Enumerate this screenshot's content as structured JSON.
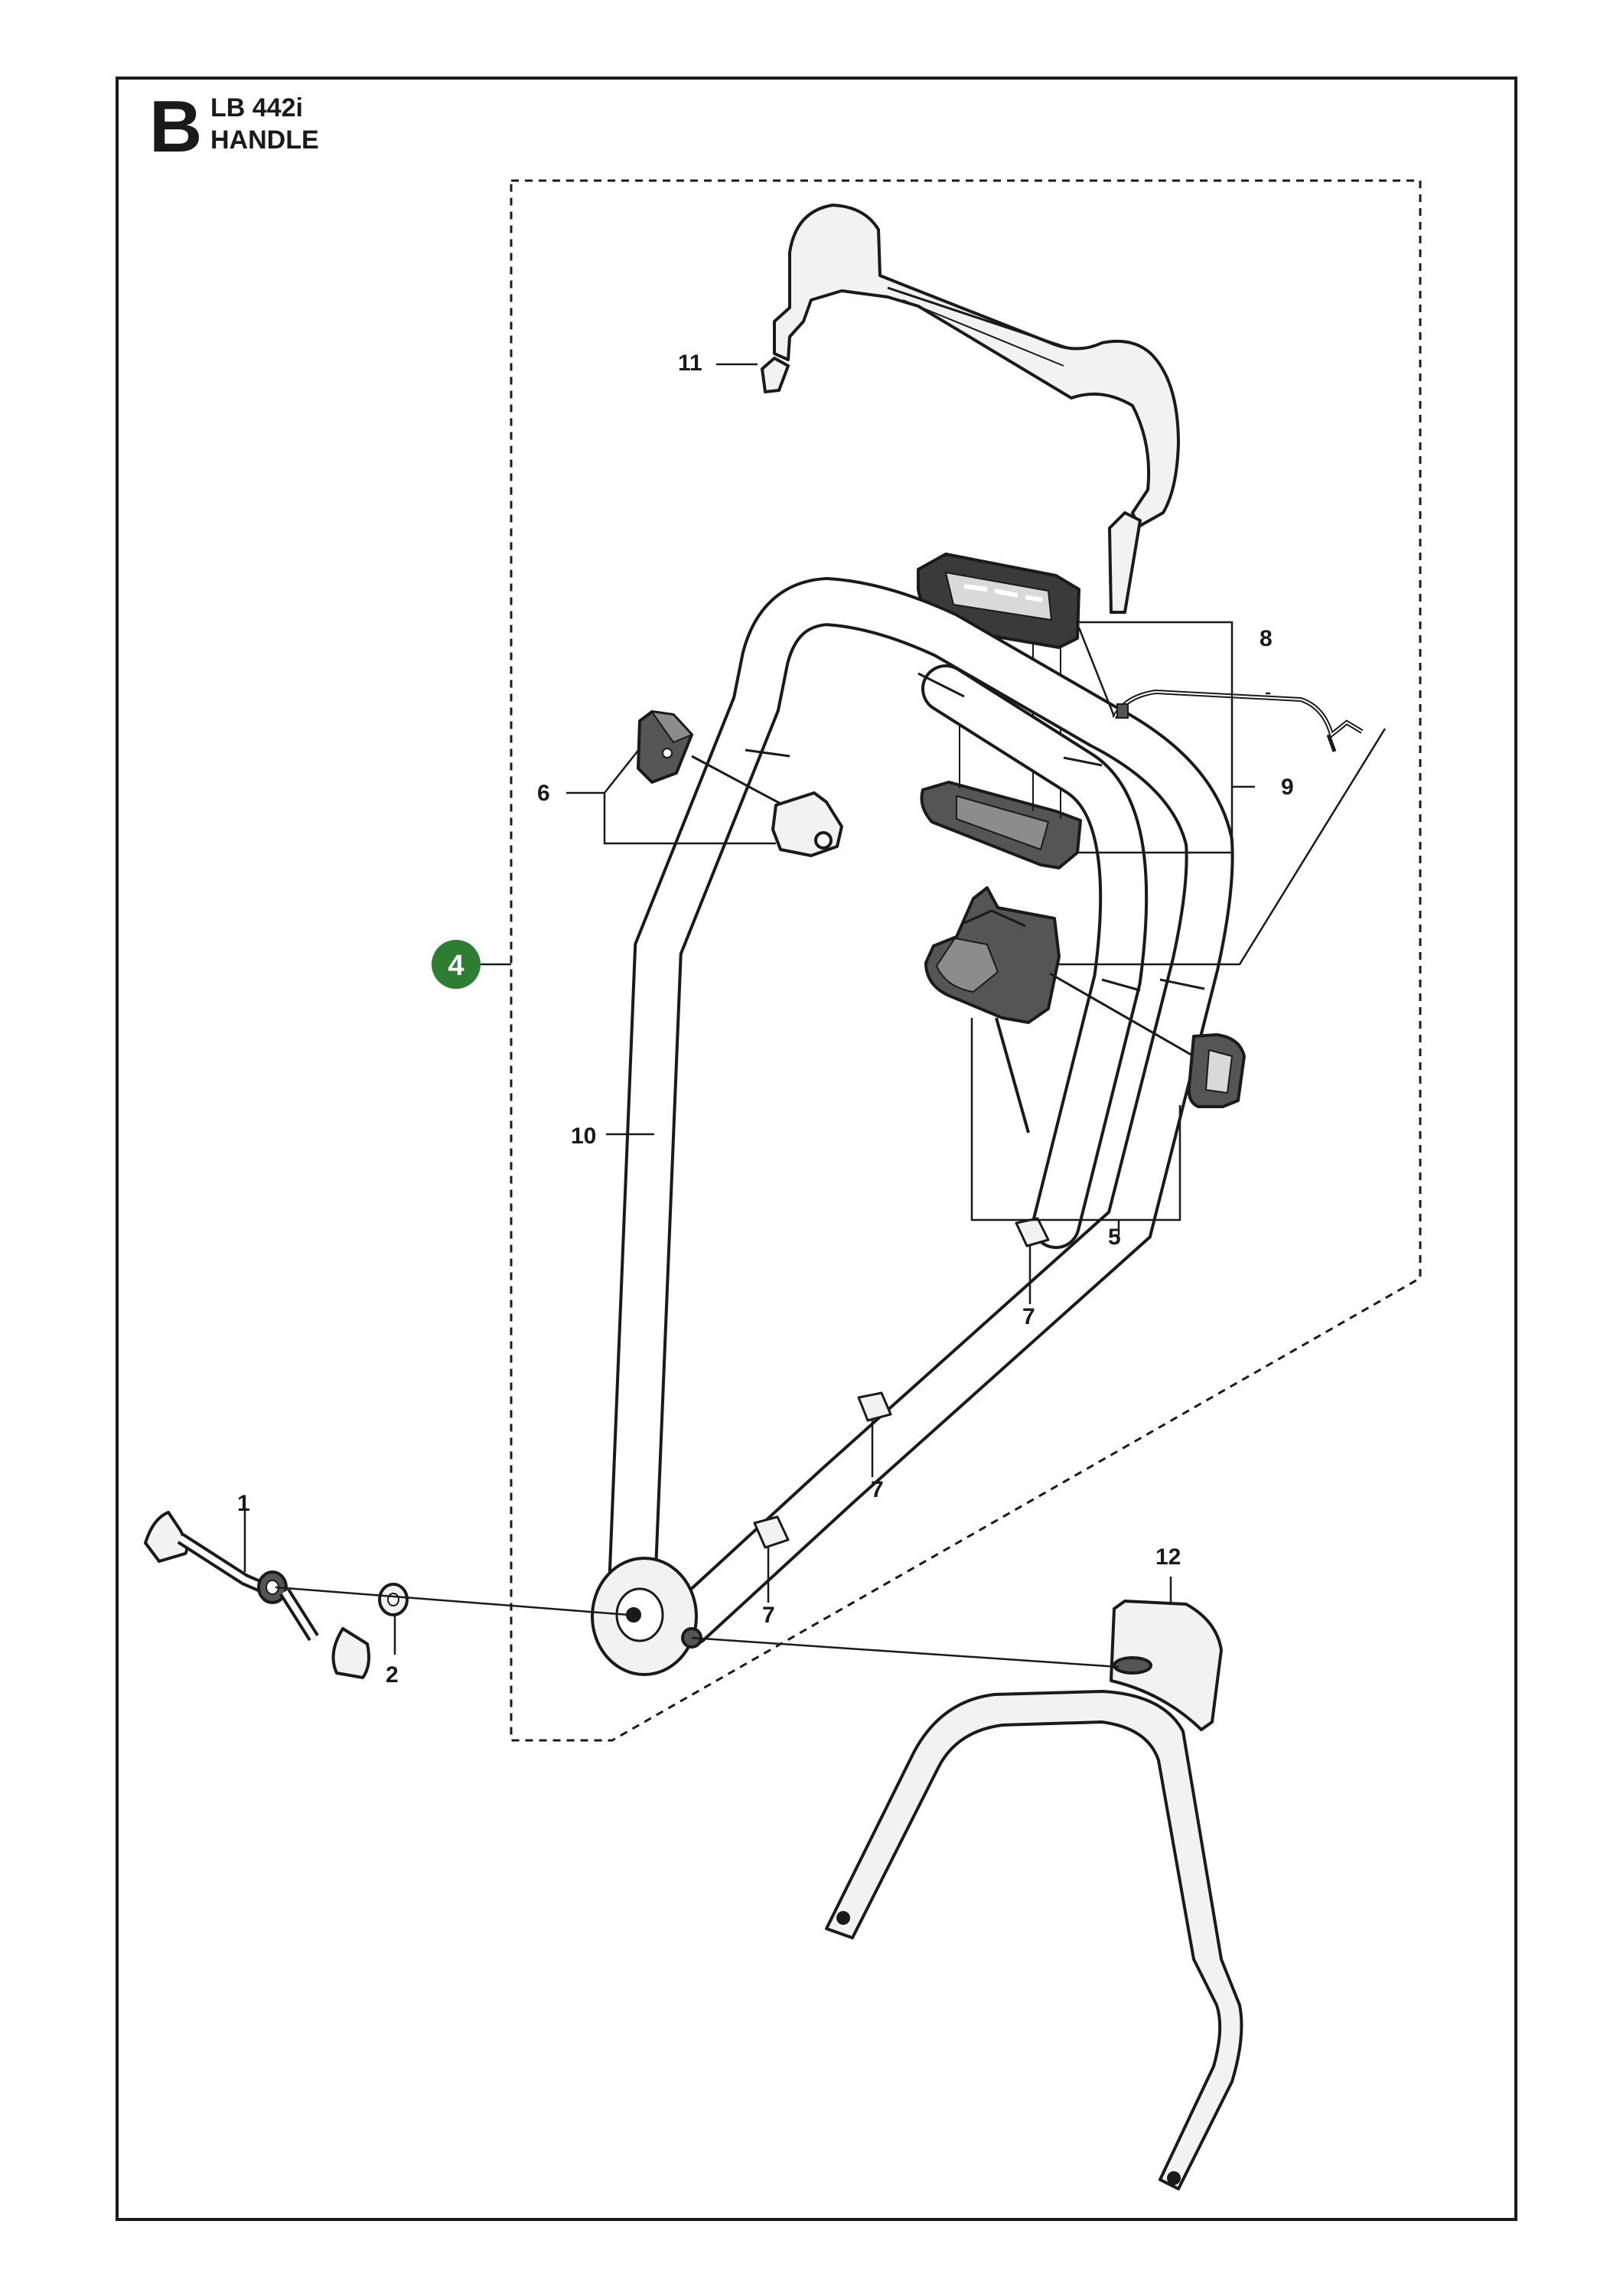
{
  "header": {
    "section_letter": "B",
    "model": "LB 442i",
    "title": "HANDLE"
  },
  "assembly_badge": {
    "label": "4",
    "color": "#2e7d32"
  },
  "callouts": {
    "c1": "1",
    "c2": "2",
    "c5": "5",
    "c6": "6",
    "c7a": "7",
    "c7b": "7",
    "c7c": "7",
    "c8": "8",
    "c9": "9",
    "c10": "10",
    "c11": "11",
    "c12": "12"
  },
  "colors": {
    "line": "#1a1a1a",
    "part_fill": "#f2f2f2",
    "part_dark": "#555555"
  }
}
